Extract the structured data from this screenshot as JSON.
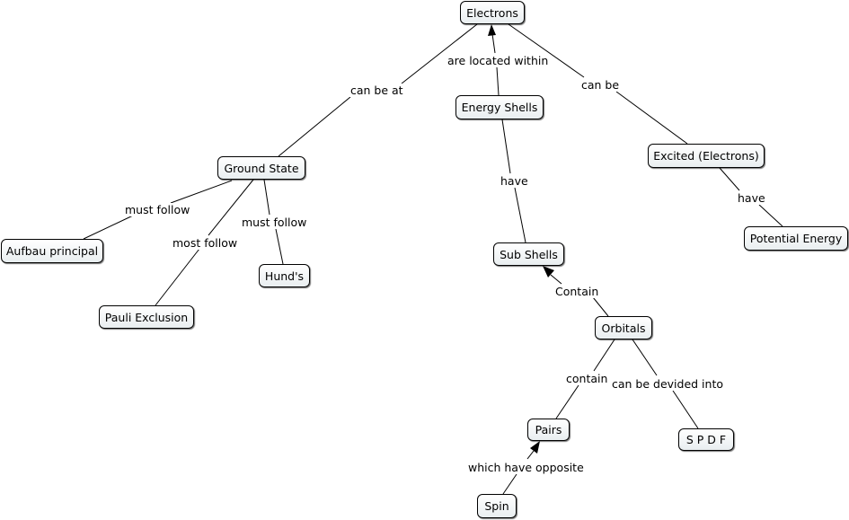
{
  "concept_map": {
    "nodes": {
      "electrons": "Electrons",
      "ground_state": "Ground State",
      "energy_shells": "Energy Shells",
      "excited": "Excited (Electrons)",
      "aufbau": "Aufbau principal",
      "hunds": "Hund's",
      "pauli": "Pauli Exclusion",
      "sub_shells": "Sub Shells",
      "potential_energy": "Potential Energy",
      "orbitals": "Orbitals",
      "pairs": "Pairs",
      "spdf": "S P D F",
      "spin": "Spin"
    },
    "links": {
      "can_be_at": "can be at",
      "are_located_within": "are located within",
      "can_be": "can be",
      "must_follow_1": "must follow",
      "most_follow": "most follow",
      "must_follow_2": "must follow",
      "have_1": "have",
      "have_2": "have",
      "contain_upper": "Contain",
      "contain_lower": "contain",
      "can_be_devided_into": "can be devided into",
      "which_have_opposite": "which have opposite"
    },
    "colors": {
      "node_border": "#000000",
      "node_fill_top": "#ffffff",
      "node_fill_bottom": "#e9eef0",
      "line": "#000000",
      "background": "#ffffff"
    }
  }
}
